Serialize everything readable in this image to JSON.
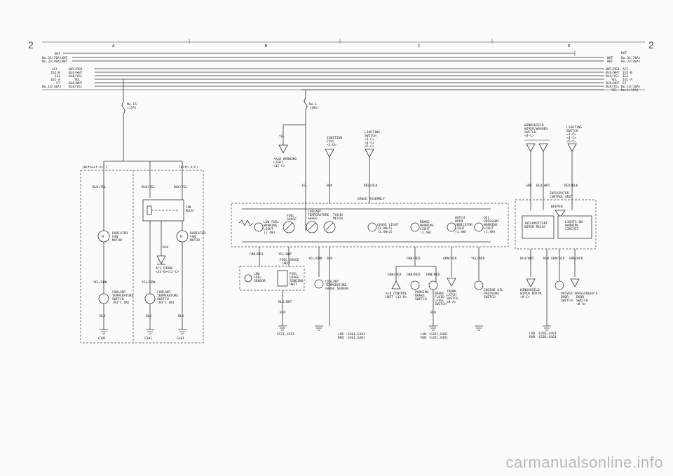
{
  "page": {
    "left_number": "2",
    "right_number": "2",
    "watermark": "carmanualsonline.info"
  },
  "zones": [
    "A",
    "B",
    "C",
    "D"
  ],
  "power_left": {
    "bat": "BAT",
    "no31": "No.31(70A)",
    "no33": "No.33(40A)",
    "wht1": "WHT",
    "wht2": "WHT",
    "acc": "ACC",
    "ig2b": "IG2-B",
    "ig1": "IG1",
    "ig2a": "IG2-A",
    "st": "ST",
    "no14": "No.14(10A)",
    "acc_w": "WHT/RED",
    "ig2b_w": "BLU/WHT",
    "ig1_w": "BLK/YEL",
    "ig2a_w": "YEL",
    "st_w": "BLK/WHT",
    "no14_w": "BLK/YEL"
  },
  "power_right": {
    "bat": "BAT",
    "no31": "No.31(70A)",
    "no33": "No.33(40A)",
    "wht1": "WHT",
    "wht2": "WHT",
    "acc": "ACC",
    "ig2b": "IG2-B",
    "ig1": "IG1",
    "ig2a": "IG2-A",
    "st": "ST",
    "no14": "No.14(10A)",
    "no1": "No.1(15A)",
    "acc_w": "WHT/RED",
    "ig2b_w": "BLU/WHT",
    "ig1_w": "BLK/YEL",
    "ig2a_w": "YEL",
    "st_w": "BLK/WHT",
    "no14_w": "BLK/YEL",
    "no1_w": "YEL"
  },
  "fuses": {
    "f15_1": "No.15",
    "f15_2": "(15A)",
    "f1_1": "No.1",
    "f1_2": "(10A)"
  },
  "fan_section": {
    "without_ac": "(Without A/C)",
    "with_ac": "(With A/C)",
    "w_blkyel_1": "BLK/YEL",
    "w_blkyel_2": "BLK/YEL",
    "w_blkyel_3": "BLK/YEL",
    "fan_relay_1": "FAN",
    "fan_relay_2": "RELAY",
    "rad_fan_1": "RADIATOR",
    "rad_fan_2": "FAN",
    "rad_fan_3": "MOTOR",
    "rad_fan_b1": "RADIATOR",
    "rad_fan_b2": "FAN",
    "rad_fan_b3": "MOTOR",
    "w_blu": "BLU",
    "ac_diode_1": "A/C DIODE",
    "ac_diode_2": "<12-B><12-C>",
    "w_yelgrn_1": "YEL/GRN",
    "w_yelgrn_2": "YEL/GRN",
    "cts_1": "COOLANT",
    "cts_2": "TEMPERATURE",
    "cts_3": "SWITCH",
    "cts_4": "(93°C ON)",
    "cts_b1": "COOLANT",
    "cts_b2": "TEMPERATURE",
    "cts_b3": "SWITCH",
    "cts_b4": "(93°C ON)",
    "w_blk_1": "BLK",
    "w_blk_2": "BLK",
    "w_blk_3": "BLK",
    "g_1": "G101",
    "g_2": "G101",
    "g_3": "G201"
  },
  "mid": {
    "w_yel_top": "YEL",
    "alb_1": "•ALB WARNING",
    "alb_2": "LIGHT",
    "alb_3": "<12-C>",
    "ign_1": "IGNITION",
    "ign_2": "COIL",
    "ign_3": "<1-D>",
    "ls_1": "LIGHTING",
    "ls_2": "SWITCH",
    "ls_3": "<3-C>",
    "ls_4": "<4-C>",
    "ls_5": "<5-C>",
    "w_yel": "YEL",
    "w_blk": "BLK",
    "w_redblk": "RED/BLK",
    "gauge_assembly": "GAUGE ASSEMBLY",
    "lowfuel_1": "LOW FUEL",
    "lowfuel_2": "WARNING",
    "lowfuel_3": "LIGHT",
    "lowfuel_4": "(1.4W)",
    "fuelgauge_1": "FUEL",
    "fuelgauge_2": "GAUGE",
    "ctg_1": "COOLANT",
    "ctg_2": "TEMPERATURE",
    "ctg_3": "GAUGE",
    "tacho_1": "TACHO-",
    "tacho_2": "METER",
    "gl_1": "GAUGE LIGHT",
    "gl_2": "(3.0W×5)",
    "gl_3": "(1.4W×2)",
    "brake_1": "BRAKE",
    "brake_2": "WARNING",
    "brake_3": "LIGHT",
    "brake_4": "(1.4W)",
    "hatch_1": "HATCH",
    "hatch_2": "OPEN",
    "hatch_3": "INDICATOR",
    "hatch_4": "LIGHT",
    "hatch_5": "(1.4W)",
    "oil_1": "OIL",
    "oil_2": "PRESSURE",
    "oil_3": "WARNING",
    "oil_4": "LIGHT",
    "oil_5": "(1.4W)",
    "w_grnred": "GRN/RED",
    "w_yelwht": "YEL/WHT",
    "w_yelgrn": "YEL/GRN",
    "w_blk2": "BLK",
    "w_grnred2": "GRN/RED",
    "w_grnblk": "GRN/BLK",
    "w_yelred": "YEL/RED",
    "fgu_1": "FUEL GAUGE",
    "fgu_2": "UNIT",
    "lfs_1": "LOW",
    "lfs_2": "FUEL",
    "lfs_3": "SENSOR",
    "fgsu_1": "FUEL",
    "fgsu_2": "GAUGE",
    "fgsu_3": "SENDING",
    "fgsu_4": "UNIT",
    "ctsens_1": "COOLANT",
    "ctsens_2": "TEMPERATURE",
    "ctsens_3": "GAUGE SENSOR",
    "w_blkwht": "BLK/WHT",
    "w_blk3": "BLK",
    "g_mid": "G511,G551",
    "g_lhd1": "LHD :G101,G401",
    "g_rhd1": "RHD :G201,G401",
    "w_grnred3": "GRN/RED",
    "w_grnred4": "GRN/RED",
    "w_grnred5": "GRN/RED",
    "alb_ctrl_1": "ALB CONTROL",
    "alb_ctrl_2": "UNIT <13-D>",
    "pbs_1": "PARKING",
    "pbs_2": "BRAKE",
    "pbs_3": "SWITCH",
    "bfl_1": "BRAKE",
    "bfl_2": "FLUID",
    "bfl_3": "LEVEL",
    "bfl_4": "SWITCH",
    "trunk_1": "TRUNK",
    "trunk_2": "LATCH",
    "trunk_3": "SWITCH",
    "trunk_4": "<8-A>",
    "ops_1": "ENGINE OIL",
    "ops_2": "PRESSURE",
    "ops_3": "SWITCH",
    "w_blk4": "BLK",
    "g_lhd2": "LHD :G201,G401",
    "g_rhd2": "RHD :G201,G401"
  },
  "right": {
    "wws_1": "WINDSHIELD",
    "wws_2": "WIPER/WASHER",
    "wws_3": "SWITCH",
    "wws_4": "<9-C>",
    "ls_1": "LIGHTING",
    "ls_2": "SWITCH",
    "ls_3": "<3-C>",
    "ls_4": "<4-C>",
    "ls_5": "<5-C>",
    "w_grn": "GRN",
    "w_bluwht": "BLU/WHT",
    "w_redblk": "RED/BLK",
    "icu_1": "INTEGRATED",
    "icu_2": "CONTROL UNIT",
    "beeper": "BEEPER",
    "iwr_1": "INTERMITTENT",
    "iwr_2": "WIPER RELAY",
    "lowc_1": "LIGHTS-ON",
    "lowc_2": "WARNING",
    "lowc_3": "CIRCUIT",
    "w_bluwht2": "BLU/WHT",
    "w_blk": "BLK",
    "w_grnblu": "GRN/BLU",
    "w_grnred": "GRN/RED",
    "wwm_1": "WINDSHIELD",
    "wwm_2": "WIPER MOTOR",
    "wwm_3": "<9-C>",
    "dds_1": "DRIVER'S",
    "dds_2": "DOOR",
    "dds_3": "SWITCH",
    "pds_1": "PASSENGER'S",
    "pds_2": "DOOR",
    "pds_3": "SWITCH",
    "pds_4": "<8-A>",
    "g_lhd": "LHD :G201,G401",
    "g_rhd": "RHD :G201,G401"
  }
}
